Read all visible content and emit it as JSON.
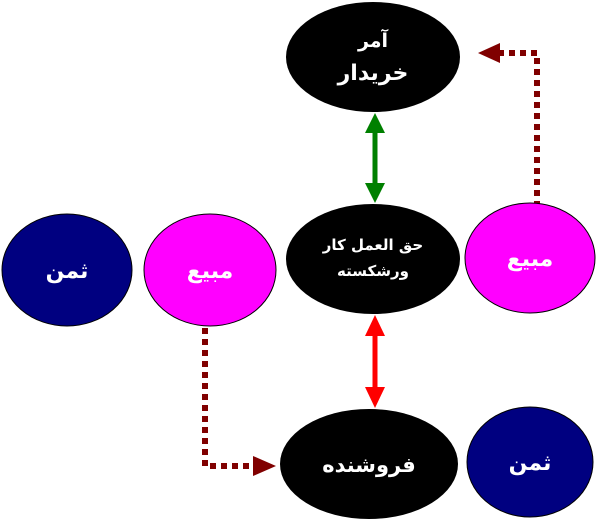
{
  "nodes": {
    "buyer_principal": {
      "line1": "آمر",
      "line2": "خریدار",
      "fill": "#000000"
    },
    "bankrupt_agent": {
      "line1": "حق العمل کار",
      "line2": "ورشکسته",
      "fill": "#000000"
    },
    "seller": {
      "label": "فروشنده",
      "fill": "#000000"
    },
    "goods_right": {
      "label": "مبیع",
      "fill": "#ff00ff"
    },
    "goods_left": {
      "label": "مبیع",
      "fill": "#ff00ff"
    },
    "price_left": {
      "label": "ثمن",
      "fill": "#000080"
    },
    "price_bottom": {
      "label": "ثمن",
      "fill": "#000080"
    }
  },
  "colors": {
    "green_arrow": "#008000",
    "red_arrow": "#ff0000",
    "dotted_arrow": "#800000"
  }
}
